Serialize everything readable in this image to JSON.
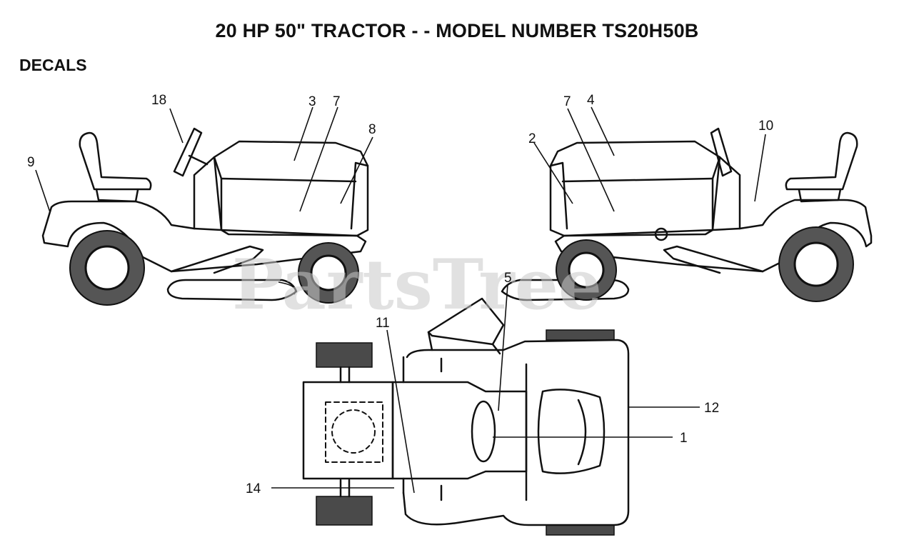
{
  "title": "20 HP 50\" TRACTOR - - MODEL NUMBER TS20H50B",
  "section_label": "DECALS",
  "watermark": "PartsTree",
  "callouts": {
    "left_view": [
      "18",
      "3",
      "7",
      "8",
      "9"
    ],
    "right_view": [
      "7",
      "4",
      "2",
      "10"
    ],
    "top_view": [
      "5",
      "11",
      "12",
      "1",
      "14"
    ]
  }
}
